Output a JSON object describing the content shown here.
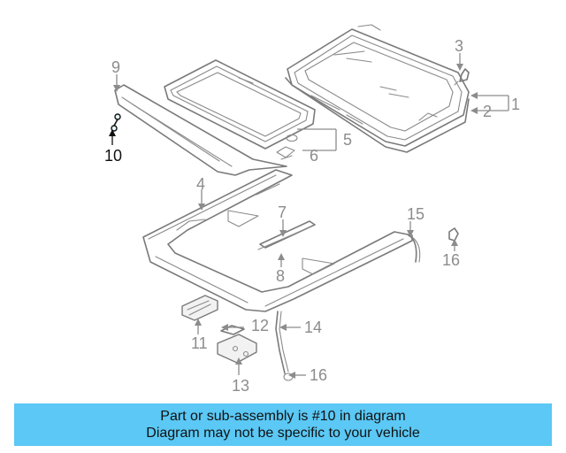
{
  "diagram": {
    "highlight_part": "10",
    "callouts": [
      "1",
      "2",
      "3",
      "4",
      "5",
      "6",
      "7",
      "8",
      "9",
      "10",
      "11",
      "12",
      "13",
      "14",
      "15",
      "16",
      "16"
    ]
  },
  "banner": {
    "line1": "Part or sub-assembly is #10 in diagram",
    "line2": "Diagram may not be specific to your vehicle"
  }
}
